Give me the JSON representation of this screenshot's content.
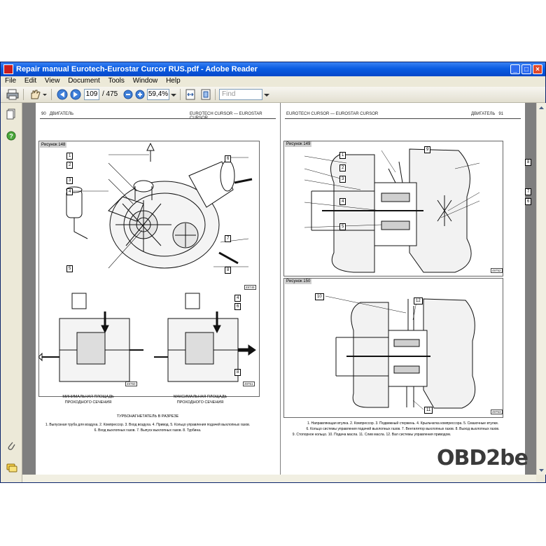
{
  "window": {
    "title": "Repair manual Eurotech-Eurostar Curcor RUS.pdf - Adobe Reader",
    "controls": {
      "minimize": "_",
      "maximize": "□",
      "close": "×"
    }
  },
  "menu": [
    "File",
    "Edit",
    "View",
    "Document",
    "Tools",
    "Window",
    "Help"
  ],
  "toolbar": {
    "current_page": "109",
    "total_pages": "/ 475",
    "zoom": "59,4%",
    "find_placeholder": "Find"
  },
  "left_page": {
    "page_number": "90",
    "section": "ДВИГАТЕЛЬ",
    "book": "EUROTECH CURSOR — EUROSTAR CURSOR",
    "figure_label": "Рисунок 148",
    "callouts": [
      "1",
      "2",
      "3",
      "4",
      "5",
      "6",
      "7",
      "8"
    ],
    "lower_callouts": [
      "4",
      "6",
      "8"
    ],
    "min_section": "МИНИМАЛЬНАЯ ПЛОЩАДЬ",
    "min_section_2": "ПРОХОДНОГО СЕЧЕНИЯ",
    "max_section": "МАКСИМАЛЬНАЯ ПЛОЩАДЬ",
    "max_section_2": "ПРОХОДНОГО СЕЧЕНИЯ",
    "drawing_title": "ТУРБОНАГНЕТАТЕЛЬ В РАЗРЕЗЕ",
    "legend_1": "1. Выпускная труба для воздуха. 2. Компрессор. 3. Вход воздуха. 4. Привод. 5. Кольцо управления подачей выхлопных газов.",
    "legend_2": "6. Вход выхлопных газов. 7. Выпуск выхлопных газов. 8. Турбина.",
    "code_a": "49749",
    "code_b": "49750",
    "code_c": "49751"
  },
  "right_page": {
    "page_number": "91",
    "section": "ДВИГАТЕЛЬ",
    "book": "EUROTECH CURSOR — EUROSTAR CURSOR",
    "figure_149": "Рисунок 149",
    "figure_150": "Рисунок 150",
    "callouts_149": [
      "1",
      "2",
      "3",
      "4",
      "5",
      "6",
      "7",
      "8",
      "9"
    ],
    "callouts_150": [
      "10",
      "11",
      "12"
    ],
    "legend_1": "1. Направляющая втулка. 2. Компрессор. 3. Подвижный стержень. 4. Крыльчатка компрессора. 5. Смазочные втулки.",
    "legend_2": "6. Кольцо системы управления подачей выхлопных газов. 7. Вентилятор выхлопных газов. 8. Выход выхлопных газов.",
    "legend_3": "9. Стопорное кольцо. 10. Подача масла. 11. Слив масла. 12. Вал системы управления приводом.",
    "code_a": "49752",
    "code_b": "49753"
  },
  "watermark": "OBD2be"
}
